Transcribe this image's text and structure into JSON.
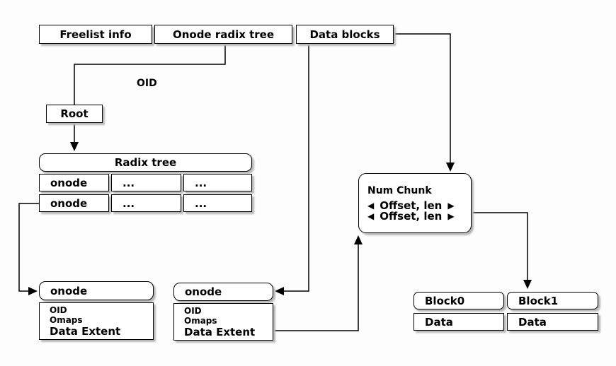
{
  "diagram": {
    "top_boxes": [
      {
        "label": "Freelist info"
      },
      {
        "label": "Onode radix tree"
      },
      {
        "label": "Data blocks"
      }
    ],
    "oid_edge_label": "OID",
    "root": {
      "label": "Root"
    },
    "radix_tree": {
      "title": "Radix tree",
      "rows": [
        [
          "onode",
          "...",
          "..."
        ],
        [
          "onode",
          "...",
          "..."
        ]
      ]
    },
    "num_chunk": {
      "title": "Num Chunk",
      "left_arrow": "◀",
      "right_arrow": "▶",
      "entries": [
        "Offset, len",
        "Offset, len"
      ]
    },
    "onode_left": {
      "title": "onode",
      "fields": [
        "OID",
        "Omaps",
        "Data Extent"
      ]
    },
    "onode_mid": {
      "title": "onode",
      "fields": [
        "OID",
        "Omaps",
        "Data Extent"
      ]
    },
    "blocks": [
      {
        "title": "Block0",
        "data": "Data"
      },
      {
        "title": "Block1",
        "data": "Data"
      }
    ],
    "colors": {
      "border": "#000000",
      "fill": "#fefefe",
      "shadow": "#b8b8b8",
      "background": "#fdfdfd"
    }
  }
}
